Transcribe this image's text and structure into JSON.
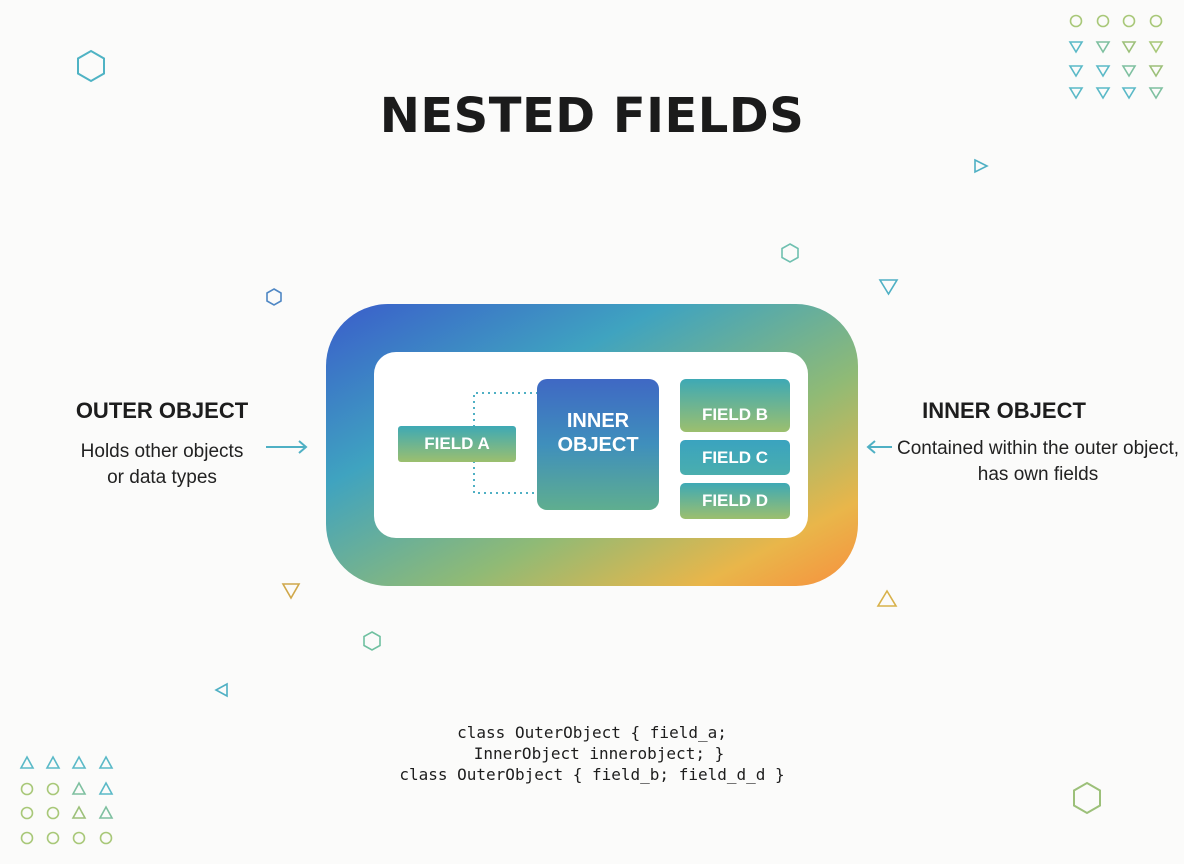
{
  "title": "NESTED FIELDS",
  "outer": {
    "heading": "OUTER OBJECT",
    "desc_lines": [
      "Holds other objects",
      "or data types"
    ]
  },
  "inner": {
    "heading": "INNER OBJECT",
    "desc_lines": [
      "Contained within the outer object,",
      "has own fields"
    ]
  },
  "diagram": {
    "field_a": "FIELD A",
    "inner_object_lines": [
      "INNER",
      "OBJECT"
    ],
    "field_b": "FIELD B",
    "field_c": "FIELD C",
    "field_d": "FIELD D"
  },
  "code_lines": [
    "class OuterObject { field_a;",
    "InnerObject innerobject; }",
    "class OuterObject { field_b; field_d_d }"
  ],
  "colors": {
    "blue": "#3f63c8",
    "teal": "#3fa6b8",
    "green": "#8ab972",
    "orange": "#f39a42",
    "deco_teal": "#5ab9c7",
    "deco_green": "#9cc079",
    "deco_gold": "#d8b14a"
  }
}
